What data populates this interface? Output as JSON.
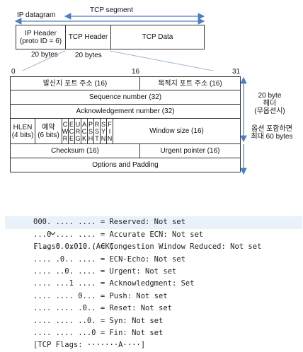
{
  "top": {
    "ip_datagram": "IP datagram",
    "tcp_segment": "TCP segment",
    "ip_header": "IP Header",
    "ip_header_sub": "(proto ID = 6)",
    "tcp_header": "TCP Header",
    "tcp_data": "TCP Data",
    "ip_bytes": "20 bytes",
    "tcp_bytes": "20 bytes"
  },
  "header": {
    "bit0": "0",
    "bit16": "16",
    "bit31": "31",
    "src_port": "발신지 포트 주소 (16)",
    "dst_port": "목적지 포트 주소 (16)",
    "seq": "Sequence number (32)",
    "ack": "Acknowledgement number (32)",
    "hlen": "HLEN",
    "hlen_bits": "(4 bits)",
    "reserved": "예약",
    "reserved_bits": "(6 bits)",
    "flag_letters": [
      [
        "C",
        "W",
        "R"
      ],
      [
        "E",
        "C",
        "E"
      ],
      [
        "U",
        "R",
        "G"
      ],
      [
        "A",
        "C",
        "K"
      ],
      [
        "P",
        "S",
        "H"
      ],
      [
        "R",
        "S",
        "T"
      ],
      [
        "S",
        "Y",
        "N"
      ],
      [
        "F",
        "I",
        "N"
      ]
    ],
    "window": "Window size (16)",
    "checksum": "Checksum (16)",
    "urgent": "Urgent pointer (16)",
    "options": "Options and Padding"
  },
  "side": {
    "fixed_1": "20 byte",
    "fixed_2": "헤더",
    "fixed_3": "(무옵션시)",
    "opt_1": "옵션 포함하면",
    "opt_2": "최대 60 bytes"
  },
  "colors": {
    "arrow": "#4a7fc0"
  },
  "flags_tree": {
    "title": "Flags: 0x010 (ACK)",
    "toggle_icon": "chevron-down",
    "lines": [
      "000. .... .... = Reserved: Not set",
      "...0 .... .... = Accurate ECN: Not set",
      ".... 0... .... = Congestion Window Reduced: Not set",
      ".... .0.. .... = ECN-Echo: Not set",
      ".... ..0. .... = Urgent: Not set",
      ".... ...1 .... = Acknowledgment: Set",
      ".... .... 0... = Push: Not set",
      ".... .... .0.. = Reset: Not set",
      ".... .... ..0. = Syn: Not set",
      ".... .... ...0 = Fin: Not set",
      "[TCP Flags: ·······A····]"
    ]
  }
}
